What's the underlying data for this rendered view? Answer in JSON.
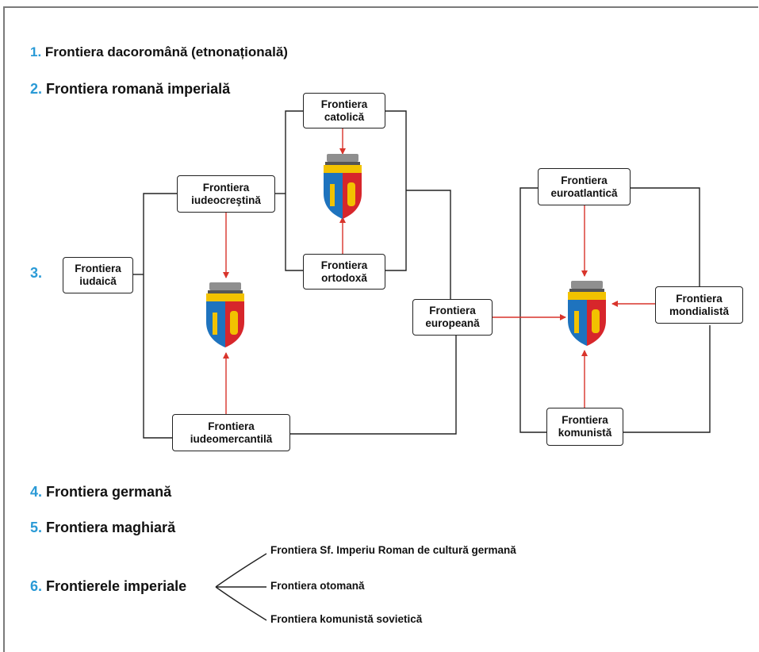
{
  "items": [
    {
      "num": "1.",
      "text": "Frontiera dacoromână (etnonațională)"
    },
    {
      "num": "2.",
      "text": "Frontiera romană imperială"
    },
    {
      "num": "3."
    },
    {
      "num": "4.",
      "text": "Frontiera germană"
    },
    {
      "num": "5.",
      "text": "Frontiera maghiară"
    },
    {
      "num": "6.",
      "text": "Frontierele imperiale"
    }
  ],
  "boxes": {
    "catolica": {
      "l1": "Frontiera",
      "l2": "catolică"
    },
    "iudeocrestina": {
      "l1": "Frontiera",
      "l2": "iudeocreştină"
    },
    "iudaica": {
      "l1": "Frontiera",
      "l2": "iudaică"
    },
    "ortodoxa": {
      "l1": "Frontiera",
      "l2": "ortodoxă"
    },
    "euroatlantica": {
      "l1": "Frontiera",
      "l2": "euroatlantică"
    },
    "europeana": {
      "l1": "Frontiera",
      "l2": "europeană"
    },
    "mondialista": {
      "l1": "Frontiera",
      "l2": "mondialistă"
    },
    "iudeomercantila": {
      "l1": "Frontiera",
      "l2": "iudeomercantilă"
    },
    "komunista": {
      "l1": "Frontiera",
      "l2": "komunistă"
    }
  },
  "imperiale": [
    "Frontiera Sf. Imperiu Roman de cultură germană",
    "Frontiera otomană",
    "Frontiera komunistă sovietică"
  ],
  "colors": {
    "number": "#2a9ad6",
    "arrow": "#d9342b",
    "line": "#222222",
    "shield_blue": "#1e73be",
    "shield_red": "#d7262b",
    "shield_gold": "#f2c200"
  }
}
